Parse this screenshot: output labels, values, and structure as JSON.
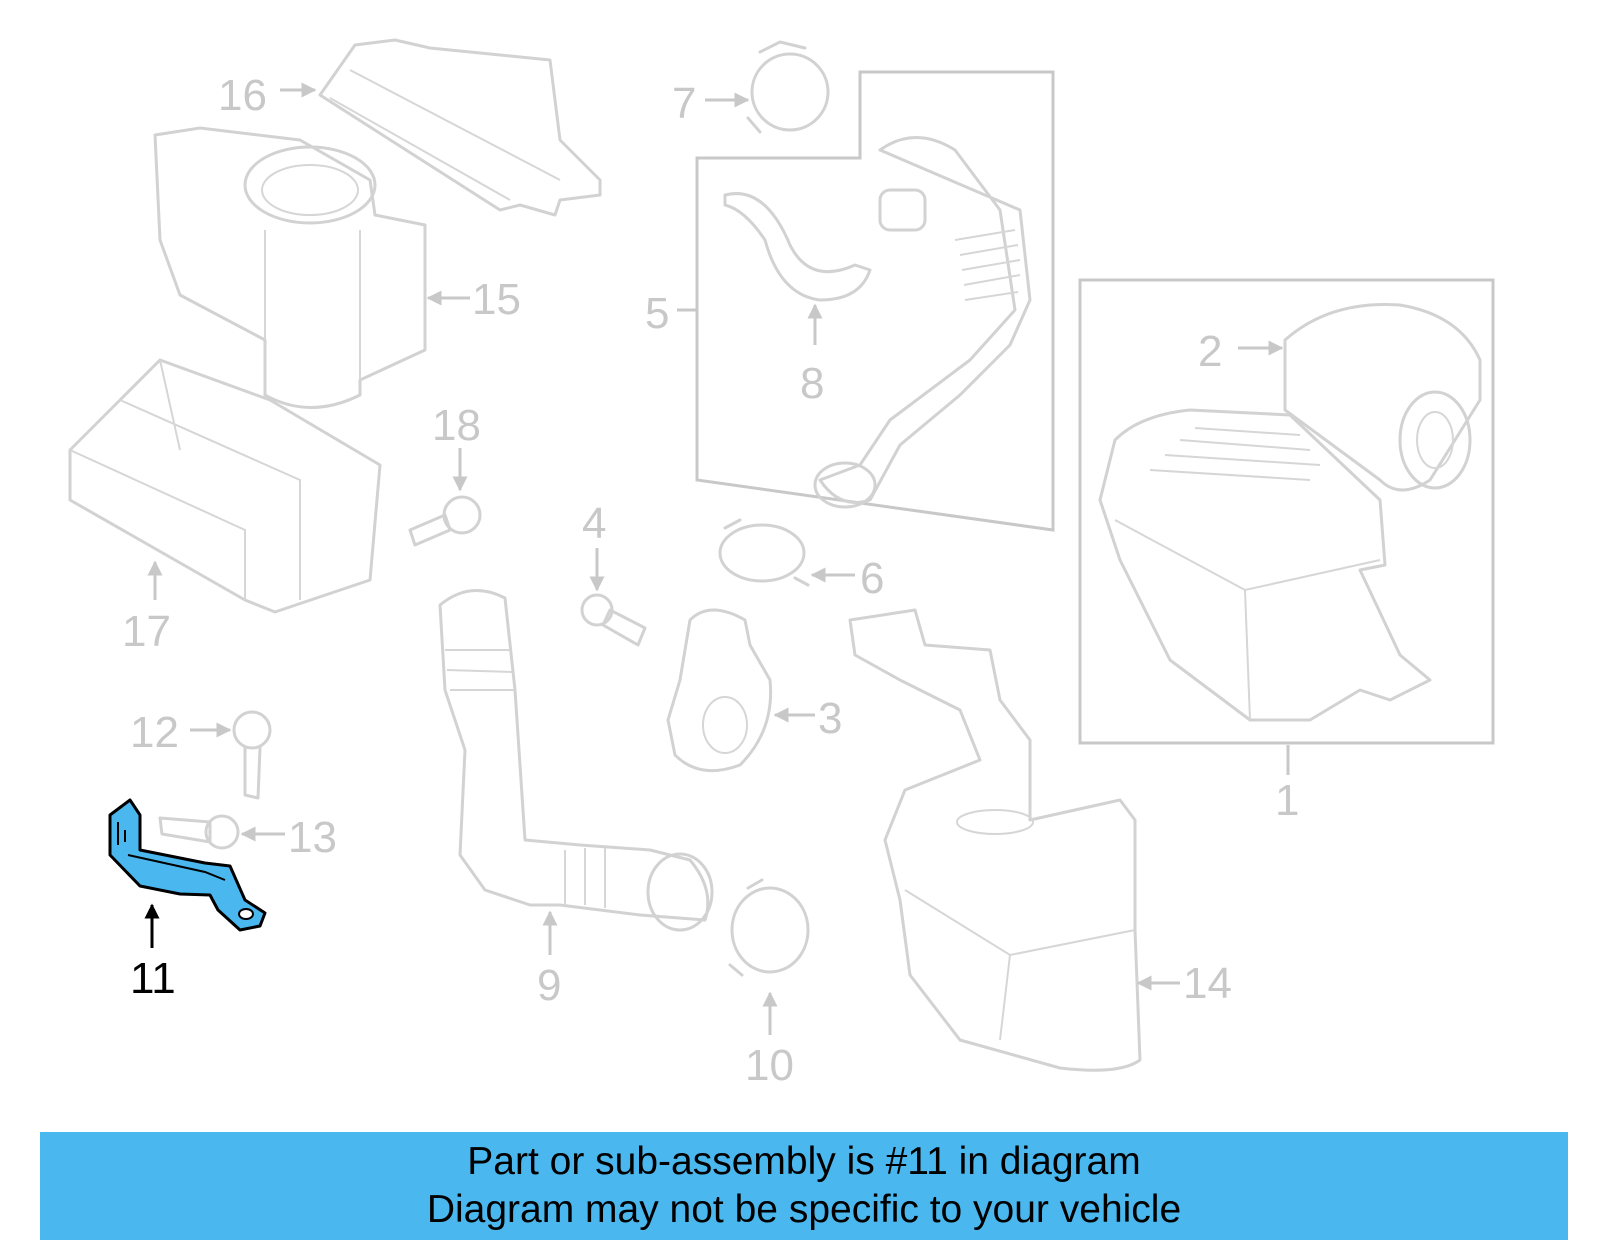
{
  "diagram": {
    "callouts": {
      "c1": "1",
      "c2": "2",
      "c3": "3",
      "c4": "4",
      "c5": "5",
      "c6": "6",
      "c7": "7",
      "c8": "8",
      "c9": "9",
      "c10": "10",
      "c11": "11",
      "c12": "12",
      "c13": "13",
      "c14": "14",
      "c15": "15",
      "c16": "16",
      "c17": "17",
      "c18": "18"
    },
    "highlight_color": "#4ab8ef",
    "faded_color": "#c8c8c8"
  },
  "banner": {
    "line1": "Part or sub-assembly is #11 in diagram",
    "line2": "Diagram may not be specific to your vehicle",
    "color": "#4ab8ef"
  }
}
